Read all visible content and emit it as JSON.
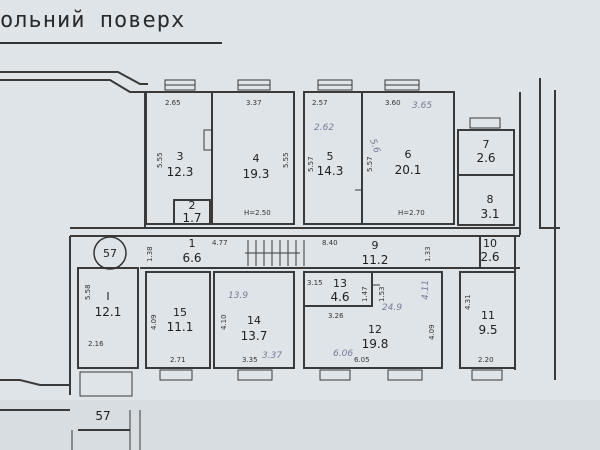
{
  "title": "ольний поверх",
  "rooms": [
    {
      "id": "1",
      "label": "1",
      "area": "6.6"
    },
    {
      "id": "2",
      "label": "2",
      "area": "1.7"
    },
    {
      "id": "3",
      "label": "3",
      "area": "12.3"
    },
    {
      "id": "4",
      "label": "4",
      "area": "19.3"
    },
    {
      "id": "5",
      "label": "5",
      "area": "14.3"
    },
    {
      "id": "6",
      "label": "6",
      "area": "20.1"
    },
    {
      "id": "7",
      "label": "7",
      "area": "2.6"
    },
    {
      "id": "8",
      "label": "8",
      "area": "3.1"
    },
    {
      "id": "9",
      "label": "9",
      "area": "11.2"
    },
    {
      "id": "10",
      "label": "10",
      "area": "2.6"
    },
    {
      "id": "11",
      "label": "11",
      "area": "9.5"
    },
    {
      "id": "12",
      "label": "12",
      "area": "19.8"
    },
    {
      "id": "13",
      "label": "13",
      "area": "4.6"
    },
    {
      "id": "14",
      "label": "14",
      "area": "13.7"
    },
    {
      "id": "15",
      "label": "15",
      "area": "11.1"
    },
    {
      "id": "I",
      "label": "I",
      "area": "12.1"
    }
  ],
  "dims": {
    "d_265": "2.65",
    "d_337a": "3.37",
    "d_257": "2.57",
    "d_360": "3.60",
    "d_555a": "5.55",
    "d_555b": "5.55",
    "d_557a": "5.57",
    "d_557b": "5.57",
    "d_h250": "H=2.50",
    "d_h270": "H=2.70",
    "d_138": "1.38",
    "d_477": "4.77",
    "d_840": "8.40",
    "d_133": "1.33",
    "d_558": "5.58",
    "d_216": "2.16",
    "d_409a": "4.09",
    "d_271": "2.71",
    "d_410": "4.10",
    "d_335": "3.35",
    "d_315": "3.15",
    "d_153": "1.53",
    "d_147": "1.47",
    "d_326": "3.26",
    "d_605": "6.05",
    "d_409b": "4.09",
    "d_431": "4.31",
    "d_220": "2.20"
  },
  "handwritten": {
    "hw_365": "3.65",
    "hw_262": "2.62",
    "hw_139": "13.9",
    "hw_337": "3.37",
    "hw_249": "24.9",
    "hw_411": "4.11",
    "hw_606": "6.06",
    "hw_57": "5.6"
  },
  "markers": {
    "circle": "57",
    "bottom": "57"
  }
}
